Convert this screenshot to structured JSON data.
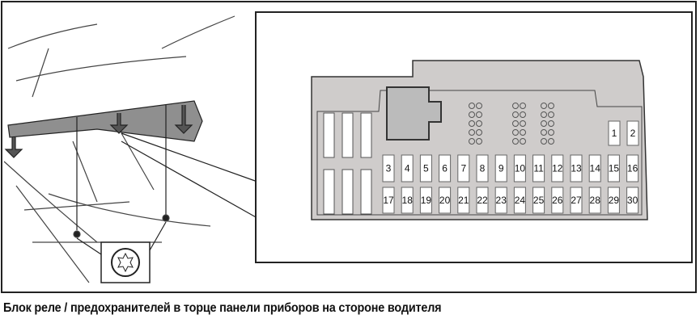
{
  "caption": "Блок реле / предохранителей в торце панели приборов на стороне водителя",
  "fuse_box": {
    "top_fuses": [
      "1",
      "2"
    ],
    "row1": [
      "3",
      "4",
      "5",
      "6",
      "7",
      "8",
      "9",
      "10",
      "11",
      "12",
      "13",
      "14",
      "15",
      "16"
    ],
    "row2": [
      "17",
      "18",
      "19",
      "20",
      "21",
      "22",
      "23",
      "24",
      "25",
      "26",
      "27",
      "28",
      "29",
      "30"
    ]
  },
  "colors": {
    "box_fill": "#cfcccb",
    "line": "#222222",
    "slot": "#ffffff"
  }
}
